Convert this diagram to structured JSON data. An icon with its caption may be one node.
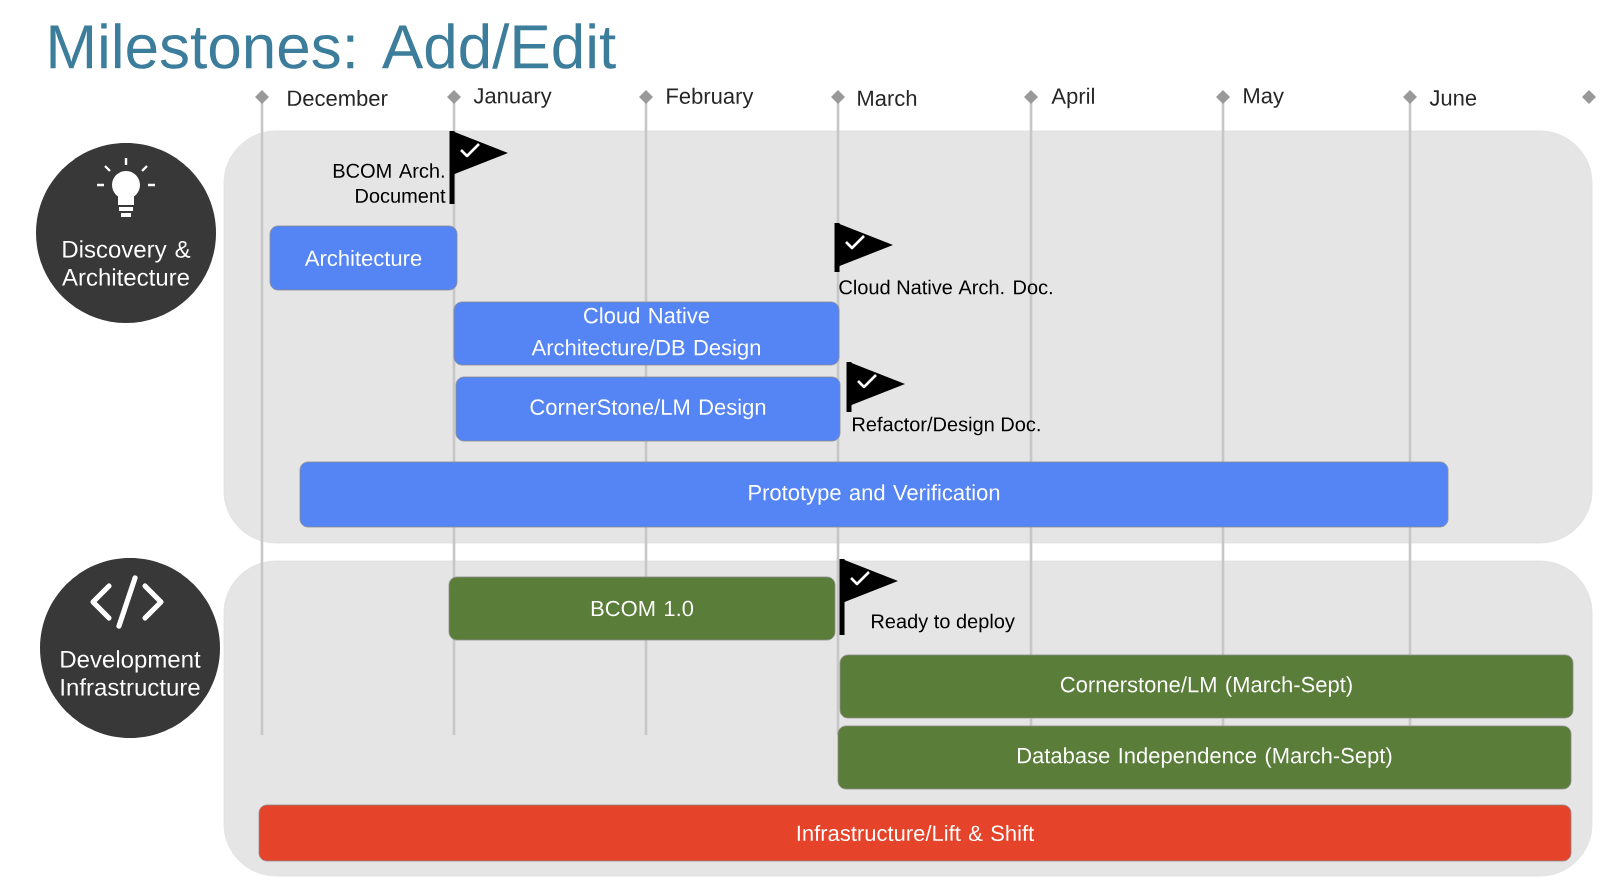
{
  "diagram": {
    "title": "Milestones: Add/Edit",
    "nodes": [
      {
        "text": [
          "Discovery & Architecture"
        ]
      },
      {
        "text": [],
        "shape": "box"
      },
      {
        "text": [
          "Architecture"
        ],
        "in": 1
      },
      {
        "text": [],
        "shape": "flag",
        "beside": [
          "BCOM Arch. Document"
        ],
        "in": 1
      },
      {
        "text": [
          "Cloud Native Architecture/DB Design"
        ],
        "in": 1
      },
      {
        "text": [],
        "shape": "flag",
        "beside": [
          "Cloud Native Arch. Doc."
        ],
        "in": 1
      },
      {
        "text": [
          "CornerStone/LM Design"
        ],
        "in": 1
      },
      {
        "text": [],
        "shape": "flag",
        "beside": [
          "Refactor/Design Doc."
        ],
        "in": 1
      },
      {
        "text": [
          "Prototype and Verification"
        ],
        "in": 1
      },
      {
        "text": [
          "Development Infrastructure"
        ]
      },
      {
        "text": [],
        "shape": "box"
      },
      {
        "text": [
          "BCOM 1.0"
        ],
        "in": 10
      },
      {
        "text": [],
        "shape": "flag",
        "beside": [
          "Ready to deploy"
        ],
        "in": 10
      },
      {
        "text": [
          "Cornerstone/LM (March-Sept)"
        ],
        "in": 10
      },
      {
        "text": [
          "Database Independence (March-Sept)"
        ],
        "in": 10
      },
      {
        "text": [
          "Infrastructure/Lift & Shift"
        ],
        "in": 10
      }
    ],
    "labels": [
      "December",
      "January",
      "February",
      "March",
      "April",
      "May",
      "June"
    ]
  }
}
